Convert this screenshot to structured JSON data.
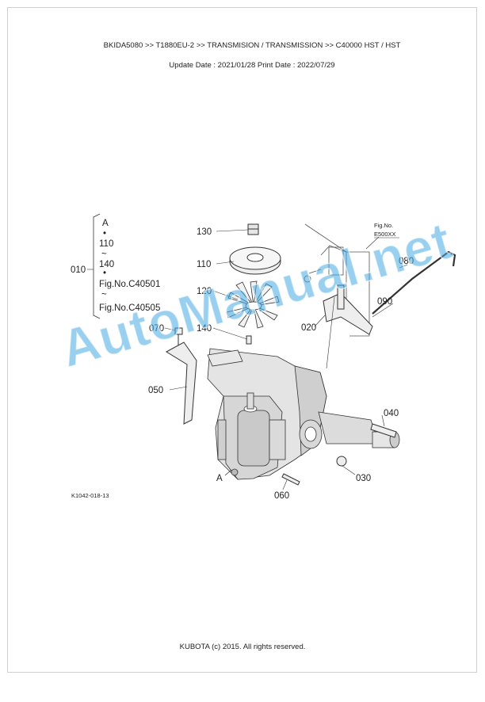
{
  "header": {
    "breadcrumb": "BKIDA5080 >> T1880EU-2 >> TRANSMISION / TRANSMISSION >> C40000   HST / HST",
    "dates": "Update Date : 2021/01/28   Print Date : 2022/07/29"
  },
  "diagram": {
    "parts": {
      "p010": "010",
      "p020": "020",
      "p030": "030",
      "p040": "040",
      "p050": "050",
      "p060": "060",
      "p070": "070",
      "p080": "080",
      "p090": "090",
      "p110": "110",
      "p120": "120",
      "p130": "130",
      "p140": "140"
    },
    "bracket_lines": {
      "a": "A",
      "dot1": "•",
      "b": "110",
      "tilde1": "~",
      "c": "140",
      "dot2": "•",
      "d": "Fig.No.C40501",
      "tilde2": "~",
      "e": "Fig.No.C40505"
    },
    "fig_ref": {
      "line1": "Fig.No.",
      "line2": "E500XX"
    },
    "arrow_label": "A",
    "figure_code": "K1042-018-13"
  },
  "watermark": "AutoManual.net",
  "footer": "KUBOTA (c) 2015. All rights reserved."
}
